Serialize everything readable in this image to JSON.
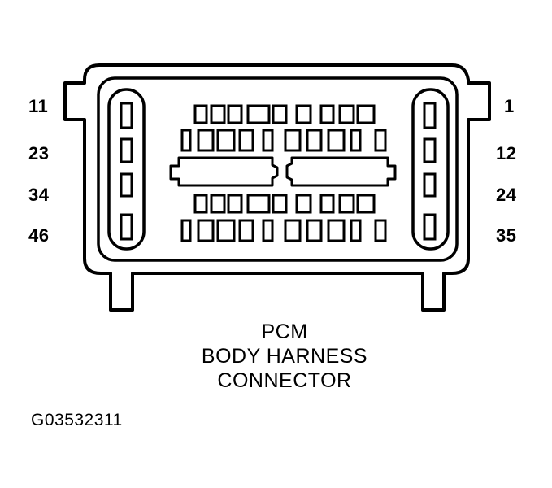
{
  "pin_labels": {
    "left": [
      "11",
      "23",
      "34",
      "46"
    ],
    "right": [
      "1",
      "12",
      "24",
      "35"
    ]
  },
  "caption": {
    "line1": "PCM",
    "line2": "BODY HARNESS",
    "line3": "CONNECTOR"
  },
  "figure_id": "G03532311"
}
